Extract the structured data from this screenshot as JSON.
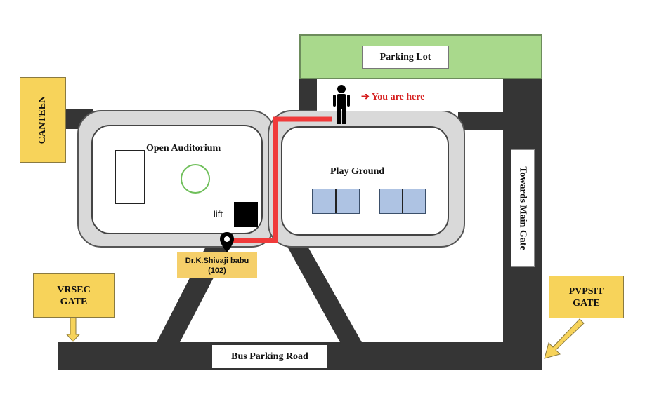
{
  "places": {
    "parking_lot": "Parking Lot",
    "canteen": "CANTEEN",
    "open_auditorium": "Open Auditorium",
    "play_ground": "Play Ground",
    "towards_main_gate": "Towards Main Gate",
    "bus_parking_road": "Bus Parking Road",
    "vrsec_gate": "VRSEC GATE",
    "pvpsit_gate": "PVPSIT GATE",
    "lift": "lift"
  },
  "marker": {
    "you_are_here": "You are here",
    "destination": "Dr.K.Shivaji babu (102)"
  },
  "colors": {
    "parking_lot": "#a9d98c",
    "gate_label": "#f7d35a",
    "route": "#f03a3a",
    "you_are_here_text": "#d62020",
    "court": "#aec3e3"
  }
}
